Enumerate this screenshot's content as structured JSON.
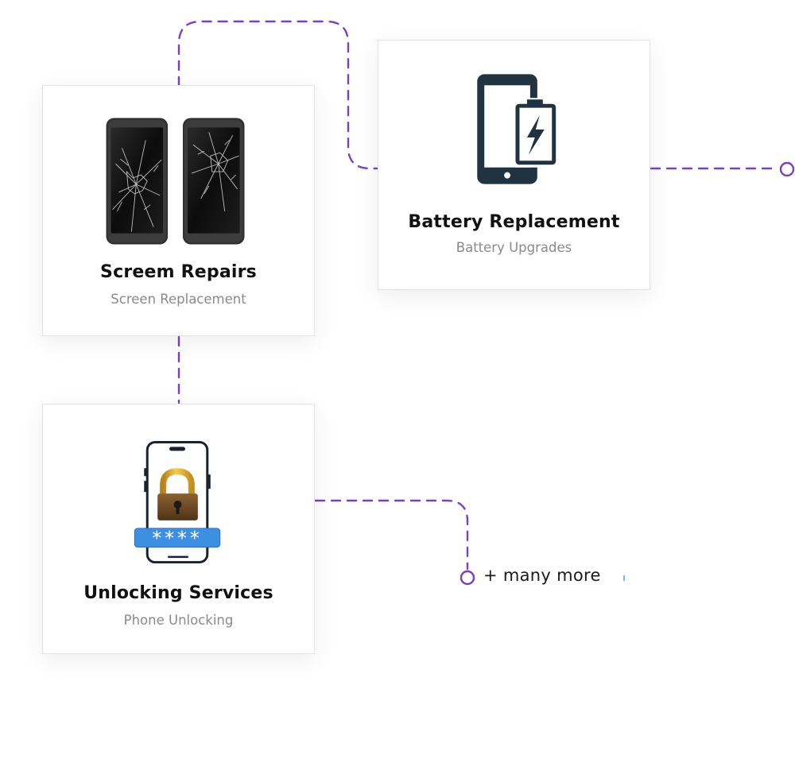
{
  "colors": {
    "connector": "#7b3fc4",
    "title": "#111111",
    "subtitle": "#8a8a8a",
    "battery_icon": "#1f3340",
    "unlock_pad": "#3d8fe4",
    "lock_gold": "#e0a826",
    "lock_body": "#6b4a22"
  },
  "cards": {
    "screen": {
      "title": "Screem Repairs",
      "subtitle": "Screen Replacement",
      "icon": "cracked-phones-icon"
    },
    "battery": {
      "title": "Battery Replacement",
      "subtitle": "Battery Upgrades",
      "icon": "phone-battery-icon"
    },
    "unlock": {
      "title": "Unlocking Services",
      "subtitle": "Phone Unlocking",
      "icon": "phone-lock-icon",
      "pin_text": "****"
    }
  },
  "more": {
    "label": "+ many more"
  }
}
